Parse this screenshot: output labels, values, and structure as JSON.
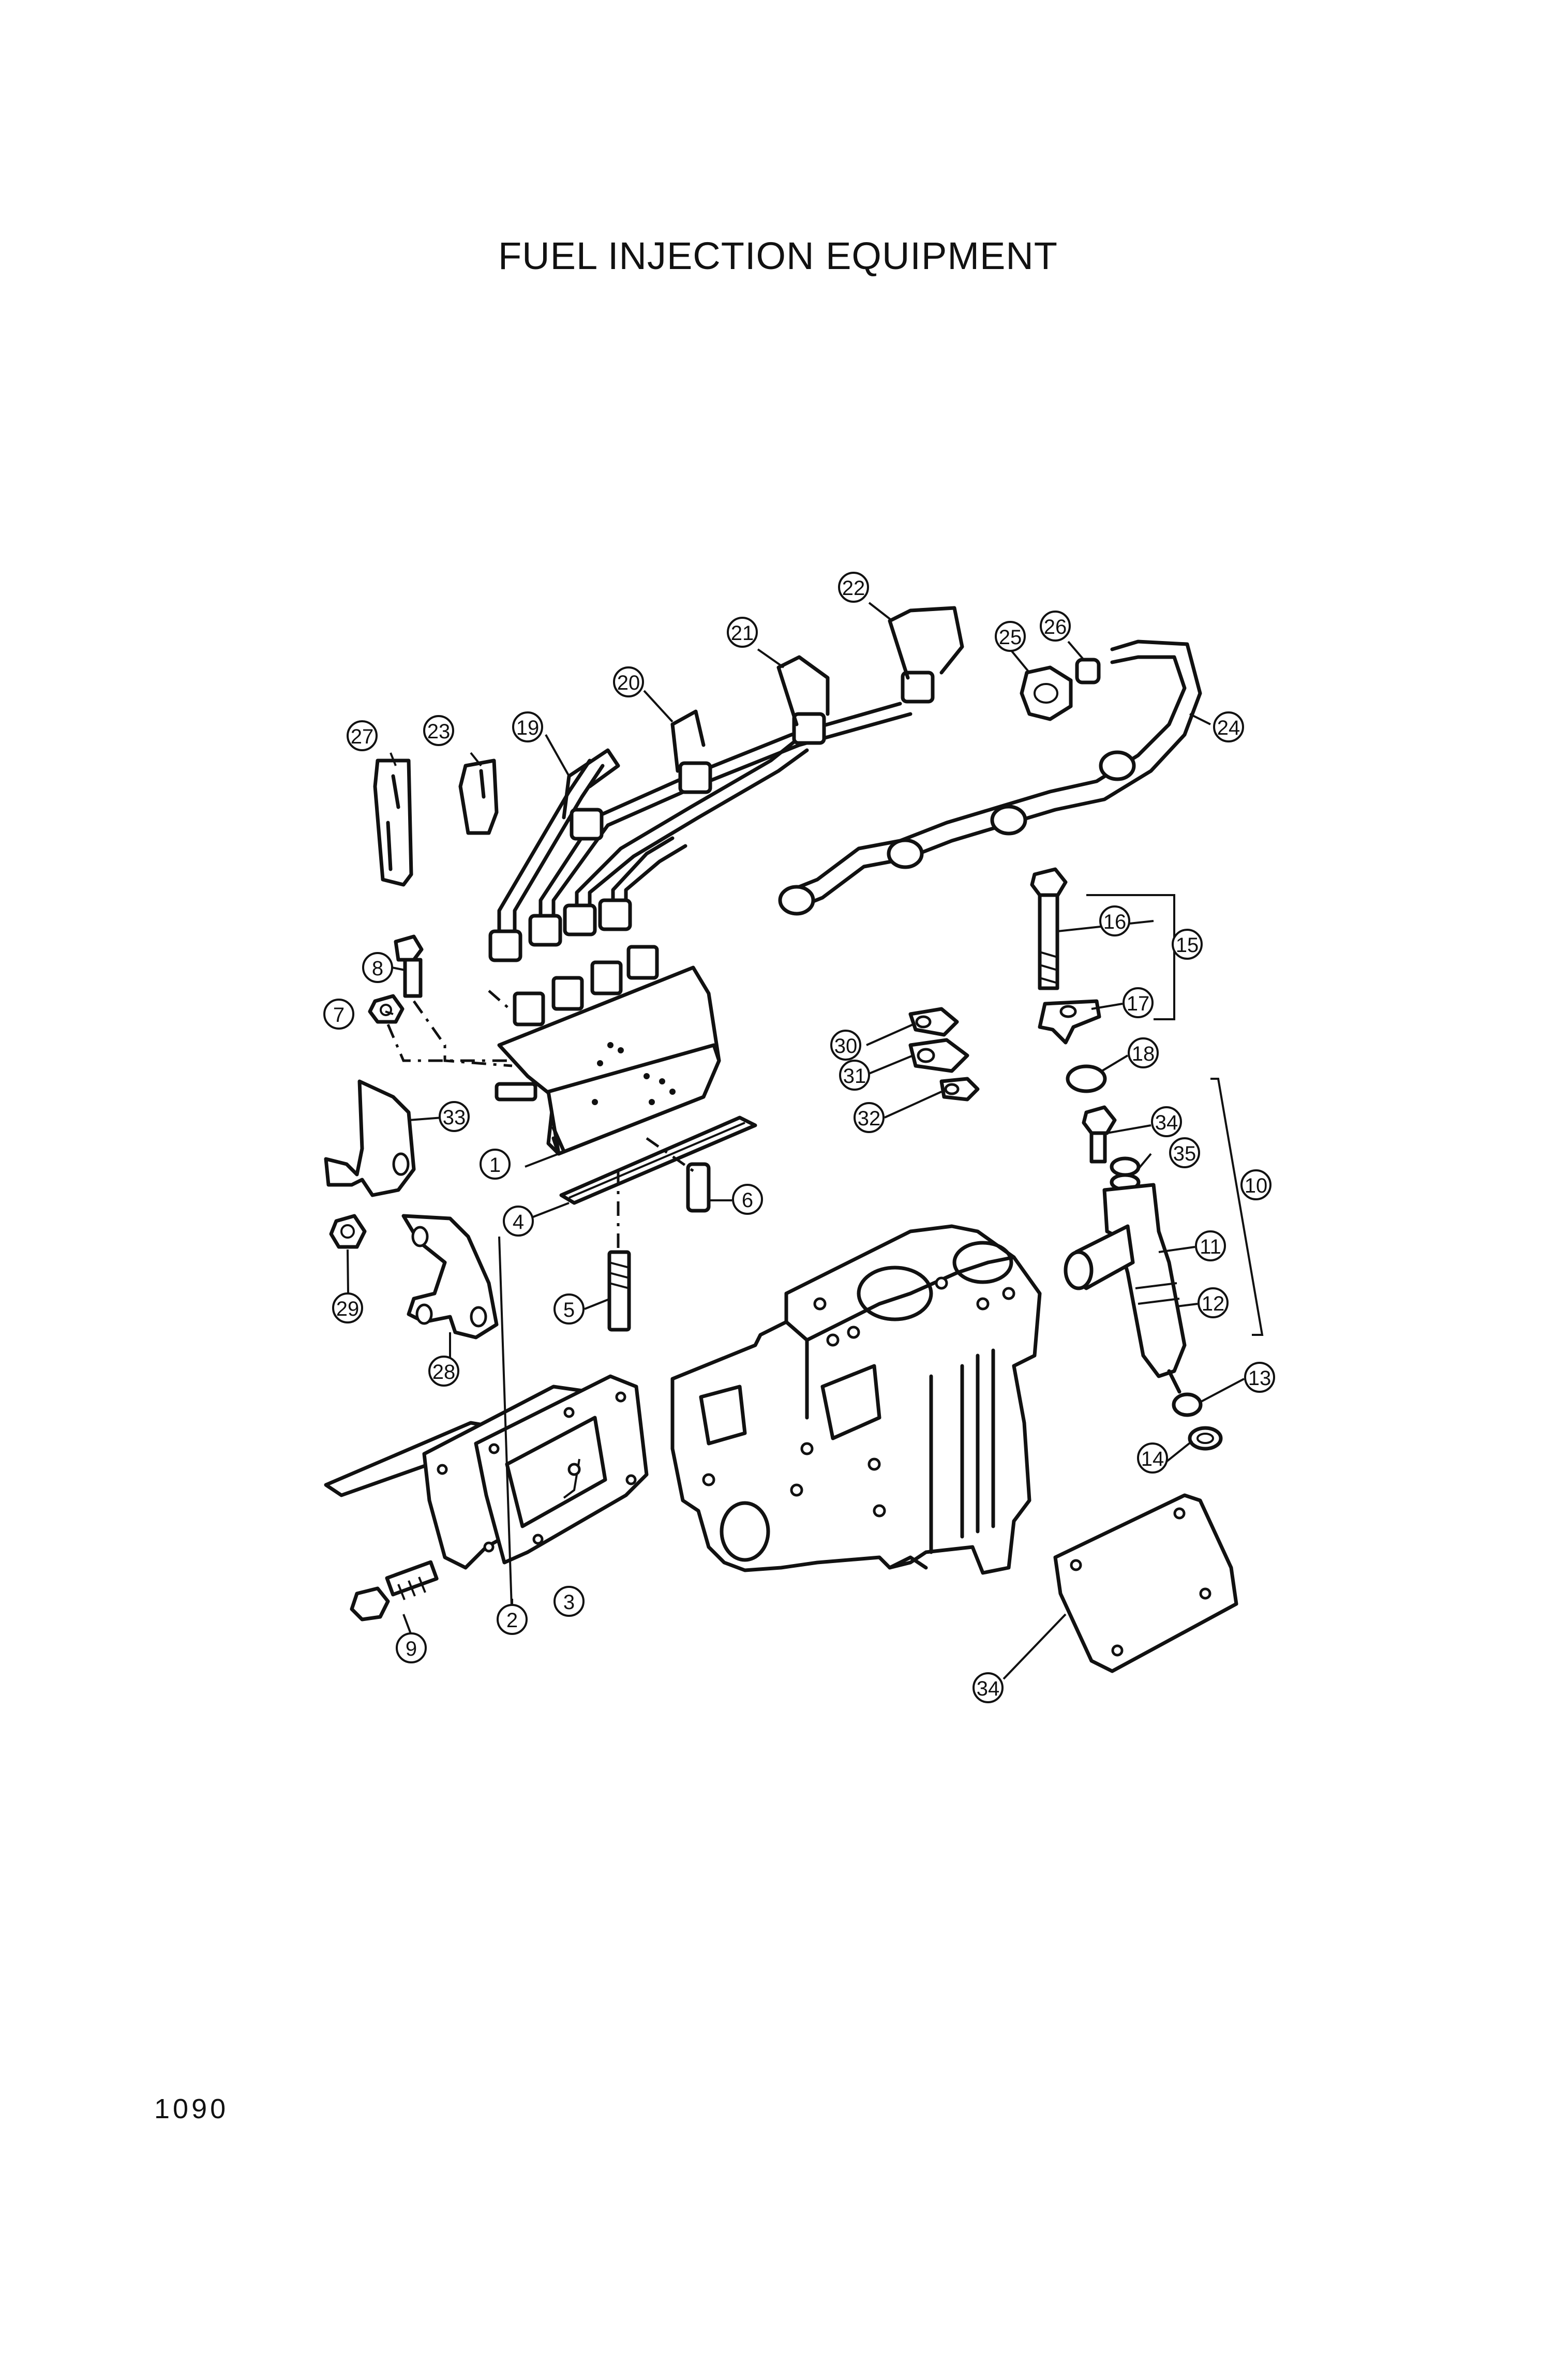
{
  "title": "FUEL INJECTION EQUIPMENT",
  "page_number": "1090",
  "callouts": {
    "c1": "1",
    "c2": "2",
    "c3": "3",
    "c4": "4",
    "c5": "5",
    "c6": "6",
    "c7": "7",
    "c8": "8",
    "c9": "9",
    "c10": "10",
    "c11": "11",
    "c12": "12",
    "c13": "13",
    "c14": "14",
    "c15": "15",
    "c16": "16",
    "c17": "17",
    "c18": "18",
    "c19": "19",
    "c20": "20",
    "c21": "21",
    "c22": "22",
    "c23": "23",
    "c24": "24",
    "c25": "25",
    "c26": "26",
    "c27": "27",
    "c28": "28",
    "c29": "29",
    "c30": "30",
    "c31": "31",
    "c32": "32",
    "c33": "33",
    "c34a": "34",
    "c34b": "34",
    "c35": "35"
  }
}
